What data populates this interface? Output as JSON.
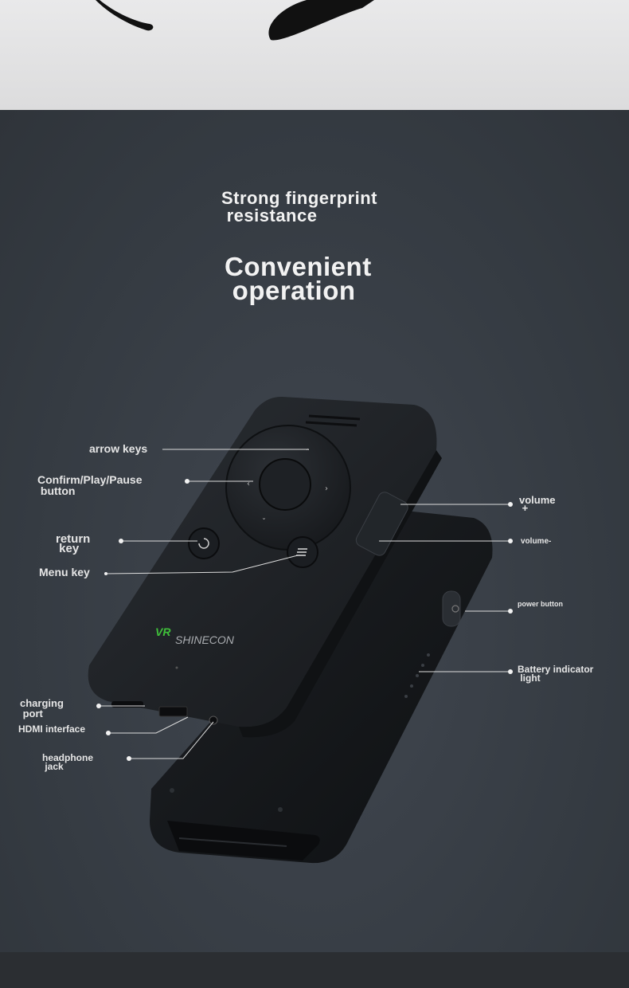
{
  "headings": {
    "fingerprint": "Strong fingerprint\n resistance",
    "operation": "Convenient\n operation"
  },
  "device": {
    "brand_vr": "VR",
    "brand_name": "SHINECON"
  },
  "callouts": {
    "arrow_keys": "arrow keys",
    "confirm": "Confirm/Play/Pause\n button",
    "return_key": "return\n key",
    "menu_key": "Menu key",
    "volume_plus": "volume\n +",
    "volume_minus": "volume-",
    "power_button": "power button",
    "battery_light": "Battery indicator\n light",
    "charging_port": "charging\n port",
    "hdmi": "HDMI interface",
    "headphone": "headphone\n jack"
  },
  "colors": {
    "background": "#353a40",
    "text": "#f2f2f2",
    "brand_green": "#3fbf3a",
    "device_body": "#1f2226"
  }
}
